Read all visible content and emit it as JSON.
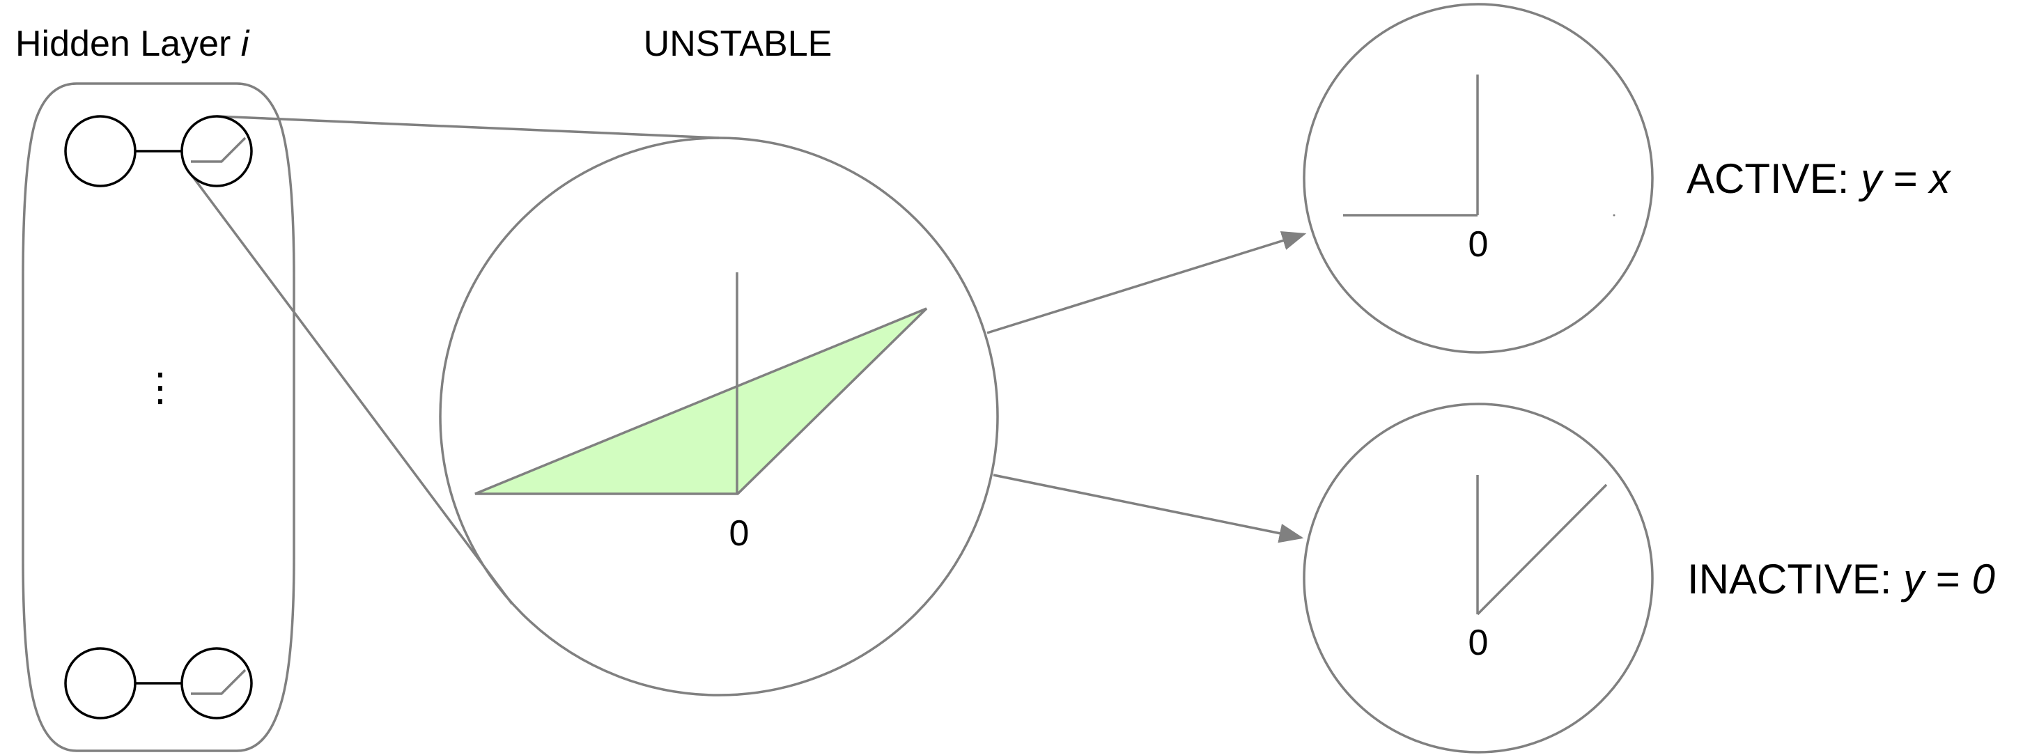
{
  "title": {
    "prefix": "Hidden Layer ",
    "var": "i"
  },
  "unstable_label": "UNSTABLE",
  "ellipsis": "⋮",
  "zero_label": "0",
  "active": {
    "prefix": "ACTIVE: ",
    "y": "y",
    "eq": " = ",
    "rhs": "x"
  },
  "inactive": {
    "prefix": "INACTIVE: ",
    "y": "y",
    "eq": " = ",
    "rhs": "0"
  },
  "colors": {
    "fill": "#d2fdc0",
    "stroke": "#808080",
    "neuron": "#000000"
  }
}
